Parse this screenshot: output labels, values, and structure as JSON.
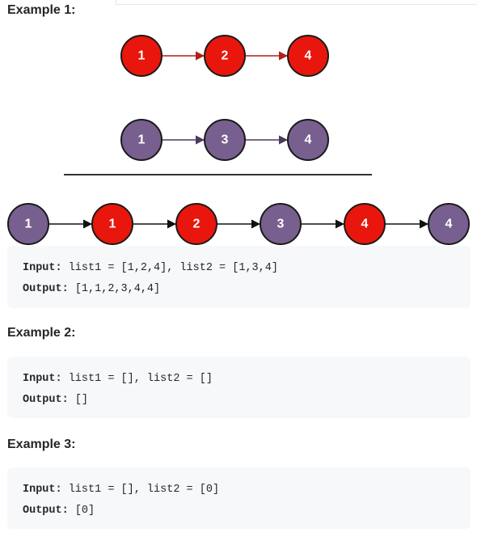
{
  "example1": {
    "heading": "Example 1:",
    "list1": [
      "1",
      "2",
      "4"
    ],
    "list2": [
      "1",
      "3",
      "4"
    ],
    "merged": [
      {
        "label": "1",
        "source": "list2"
      },
      {
        "label": "1",
        "source": "list1"
      },
      {
        "label": "2",
        "source": "list1"
      },
      {
        "label": "3",
        "source": "list2"
      },
      {
        "label": "4",
        "source": "list1"
      },
      {
        "label": "4",
        "source": "list2"
      }
    ],
    "input_key": "Input:",
    "input_value": " list1 = [1,2,4], list2 = [1,3,4]",
    "output_key": "Output:",
    "output_value": " [1,1,2,3,4,4]"
  },
  "example2": {
    "heading": "Example 2:",
    "input_key": "Input:",
    "input_value": " list1 = [], list2 = []",
    "output_key": "Output:",
    "output_value": " []"
  },
  "example3": {
    "heading": "Example 3:",
    "input_key": "Input:",
    "input_value": " list1 = [], list2 = [0]",
    "output_key": "Output:",
    "output_value": " [0]"
  },
  "colors": {
    "list1_fill": "#e8160c",
    "list1_arrow": "#b01e1e",
    "list2_fill": "#775f8f",
    "list2_arrow": "#4b3a5c",
    "merged_arrow": "#111111",
    "stroke": "#1a1a1a",
    "separator": "#333333"
  }
}
